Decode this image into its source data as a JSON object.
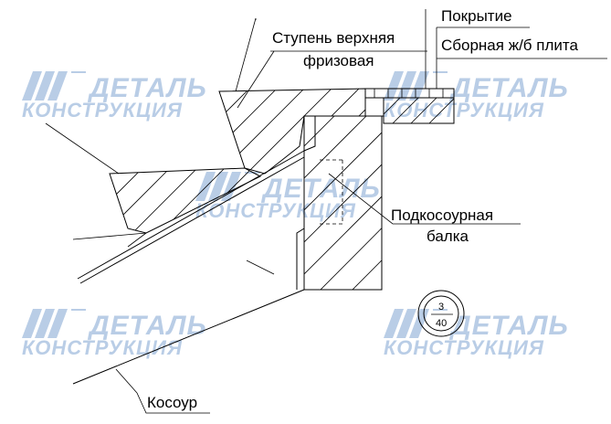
{
  "labels": {
    "step": [
      "Ступень верхняя",
      "фризовая"
    ],
    "covering": "Покрытие",
    "slab": "Сборная ж/б плита",
    "beam": [
      "Подкосоурная",
      "балка"
    ],
    "stringer": "Косоур"
  },
  "callout": {
    "top": "3",
    "bottom": "40"
  },
  "watermark": {
    "line1": "ДЕТАЛЬ",
    "line2": "КОНСТРУКЦИЯ"
  }
}
